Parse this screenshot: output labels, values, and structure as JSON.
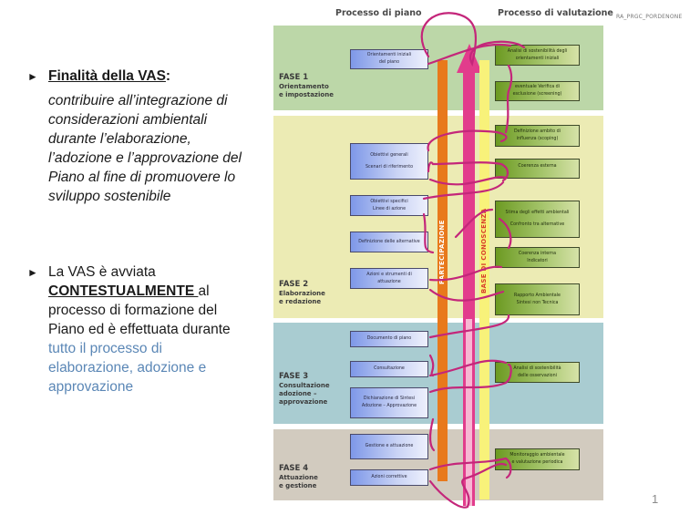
{
  "left_panel": {
    "bullets": [
      {
        "icon": "triangle-right-bullet",
        "title": "Finalità della VAS",
        "title_suffix": ":",
        "text": "contribuire all’integrazione di considerazioni ambientali durante l’elaborazione, l’adozione e l’approvazione del Piano al fine di promuovere lo sviluppo sostenibile"
      },
      {
        "icon": "triangle-right-bullet",
        "text_before": "La VAS è avviata ",
        "emphasis": "CONTESTUALMENTE ",
        "text_middle": "al processo di formazione del Piano ed è effettuata durante ",
        "highlight": "tutto il processo di elaborazione, adozione e approvazione",
        "highlight_color": "#5b87b6"
      }
    ]
  },
  "diagram": {
    "header_left": "Processo di piano",
    "header_right": "Processo di valutazione",
    "doc_ref": "RA_PRGC_PORDENONE",
    "vertical_bars": {
      "partecipazione": "PARTECIPAZIONE",
      "base_conoscenza": "BASE DI CONOSCENZA"
    },
    "colors": {
      "fase1": "#bcd7a8",
      "fase2": "#ecebb4",
      "fase3": "#a9ccd1",
      "fase4": "#d2cbbf",
      "partecipazione": "#e8791c",
      "arrow": "#e23c8c",
      "conoscenza": "#f8f27a",
      "loop_line": "#c4267a"
    },
    "phases": [
      {
        "fase": "FASE 1",
        "name_line1": "Orientamento",
        "name_line2": "e impostazione",
        "plan_boxes": [
          {
            "line1": "Orientamenti iniziali",
            "line2": "del piano"
          }
        ],
        "eval_boxes": [
          {
            "line1": "Analisi di sostenibilità degli",
            "line2": "orientamenti iniziali"
          },
          {
            "line1": "eventuale Verifica di",
            "line2": "esclusione (screening)"
          }
        ]
      },
      {
        "fase": "FASE 2",
        "name_line1": "Elaborazione",
        "name_line2": "e redazione",
        "plan_boxes": [
          {
            "line1": "Obiettivi generali",
            "line2": "Scenari di riferimento"
          },
          {
            "line1": "Obiettivi specifici",
            "line2": "Linee di azione"
          },
          {
            "line1": "Definizione delle alternative",
            "line2": ""
          },
          {
            "line1": "Azioni e strumenti di",
            "line2": "attuazione"
          }
        ],
        "eval_boxes": [
          {
            "line1": "Definizione ambito di",
            "line2": "influenza (scoping)"
          },
          {
            "line1": "Coerenza esterna",
            "line2": ""
          },
          {
            "line1": "Stima degli effetti ambientali",
            "line2": "Confronto tra alternative"
          },
          {
            "line1": "Coerenza interna",
            "line2": "Indicatori"
          },
          {
            "line1": "Rapporto Ambientale",
            "line2": "Sintesi non Tecnica"
          }
        ]
      },
      {
        "fase": "FASE 3",
        "name_line1": "Consultazione",
        "name_line2": "adozione –",
        "name_line3": "approvazione",
        "plan_boxes": [
          {
            "line1": "Documento di piano",
            "line2": ""
          },
          {
            "line1": "Consultazione",
            "line2": ""
          },
          {
            "line1": "Dichiarazione di Sintesi",
            "line2": "Adozione – Approvazione"
          }
        ],
        "eval_boxes": [
          {
            "line1": "Analisi di sostenibilità",
            "line2": "delle osservazioni"
          }
        ]
      },
      {
        "fase": "FASE 4",
        "name_line1": "Attuazione",
        "name_line2": "e gestione",
        "plan_boxes": [
          {
            "line1": "Gestione e attuazione",
            "line2": ""
          },
          {
            "line1": "Azioni correttive",
            "line2": ""
          }
        ],
        "eval_boxes": [
          {
            "line1": "Monitoraggio ambientale",
            "line2": "e valutazione periodica"
          }
        ]
      }
    ]
  },
  "page_number": "1"
}
